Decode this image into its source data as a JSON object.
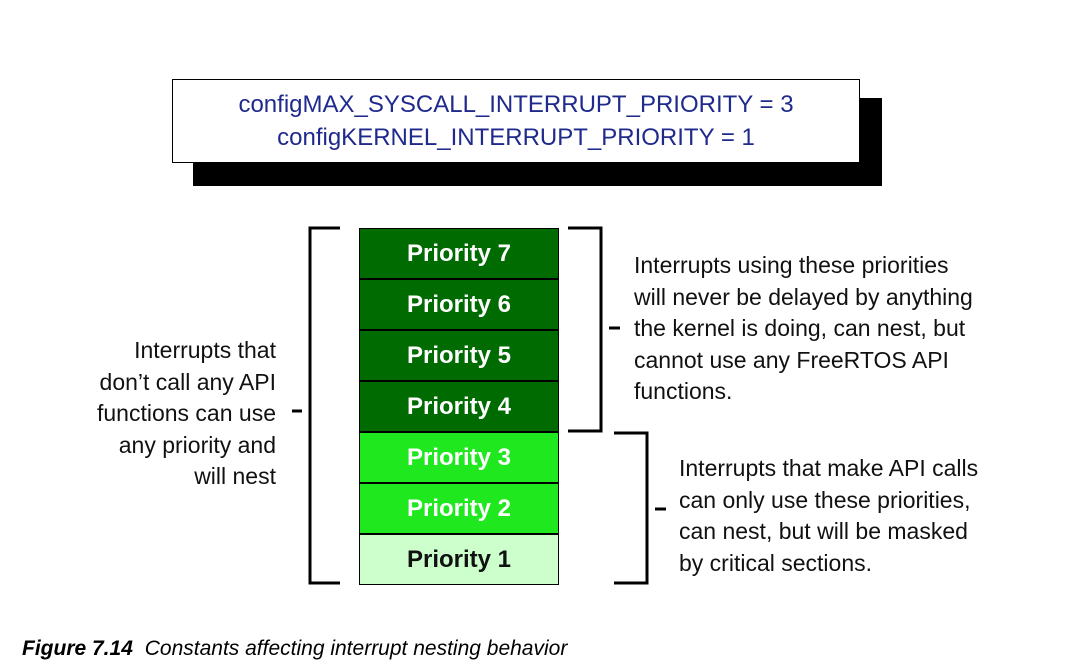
{
  "config": {
    "line1": "configMAX_SYSCALL_INTERRUPT_PRIORITY = 3",
    "line2": "configKERNEL_INTERRUPT_PRIORITY = 1"
  },
  "priorities": [
    {
      "label": "Priority 7",
      "color": "#006b00",
      "text_color": "#ffffff"
    },
    {
      "label": "Priority 6",
      "color": "#006b00",
      "text_color": "#ffffff"
    },
    {
      "label": "Priority 5",
      "color": "#006b00",
      "text_color": "#ffffff"
    },
    {
      "label": "Priority 4",
      "color": "#006b00",
      "text_color": "#ffffff"
    },
    {
      "label": "Priority 3",
      "color": "#1fe81f",
      "text_color": "#ffffff"
    },
    {
      "label": "Priority 2",
      "color": "#1fe81f",
      "text_color": "#ffffff"
    },
    {
      "label": "Priority 1",
      "color": "#ccffcc",
      "text_color": "#111111"
    }
  ],
  "annotations": {
    "left": [
      "Interrupts that",
      "don’t call any API",
      "functions can use",
      "any priority and",
      "will nest"
    ],
    "upper_right": [
      "Interrupts using these priorities",
      "will never be delayed by anything",
      "the kernel is doing, can nest, but",
      "cannot use any FreeRTOS API",
      "functions."
    ],
    "lower_right": [
      "Interrupts that make API calls",
      "can only use these priorities,",
      "can nest, but will be masked",
      "by critical sections."
    ]
  },
  "caption": {
    "label": "Figure 7.14",
    "text": "Constants affecting interrupt nesting behavior"
  },
  "colors": {
    "config_text": "#1f2a8c",
    "dark_green": "#006b00",
    "bright_green": "#1fe81f",
    "pale_green": "#ccffcc"
  }
}
